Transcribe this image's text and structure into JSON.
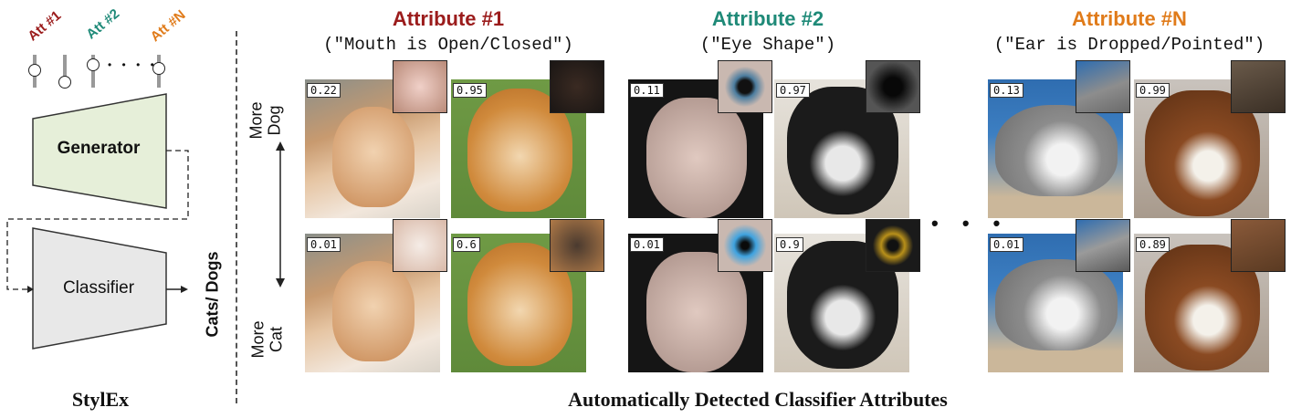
{
  "left_panel": {
    "att_labels": [
      {
        "text": "Att #1",
        "color": "#9b1c1c"
      },
      {
        "text": "Att #2",
        "color": "#1f8a78"
      },
      {
        "text": "Att #N",
        "color": "#e07b1a"
      }
    ],
    "slider_ellipsis": "• • • •",
    "generator_label": "Generator",
    "classifier_label": "Classifier",
    "output_label": "Cats/ Dogs",
    "caption": "StylEx",
    "generator_color": "#e6efd9",
    "classifier_color": "#e8e8e8"
  },
  "axis": {
    "top_label": "More\nDog",
    "bottom_label": "More\nCat"
  },
  "attributes": [
    {
      "title": "Attribute #1",
      "subtitle": "(\"Mouth is Open/Closed\")",
      "color": "#9b1c1c",
      "top_scores": [
        "0.22",
        "0.95"
      ],
      "bottom_scores": [
        "0.01",
        "0.6"
      ]
    },
    {
      "title": "Attribute #2",
      "subtitle": "(\"Eye Shape\")",
      "color": "#1f8a78",
      "top_scores": [
        "0.11",
        "0.97"
      ],
      "bottom_scores": [
        "0.01",
        "0.9"
      ]
    },
    {
      "title": "Attribute #N",
      "subtitle": "(\"Ear is Dropped/Pointed\")",
      "color": "#e07b1a",
      "top_scores": [
        "0.13",
        "0.99"
      ],
      "bottom_scores": [
        "0.01",
        "0.89"
      ]
    }
  ],
  "middle_ellipsis": "• • •",
  "caption_main": "Automatically Detected Classifier Attributes"
}
